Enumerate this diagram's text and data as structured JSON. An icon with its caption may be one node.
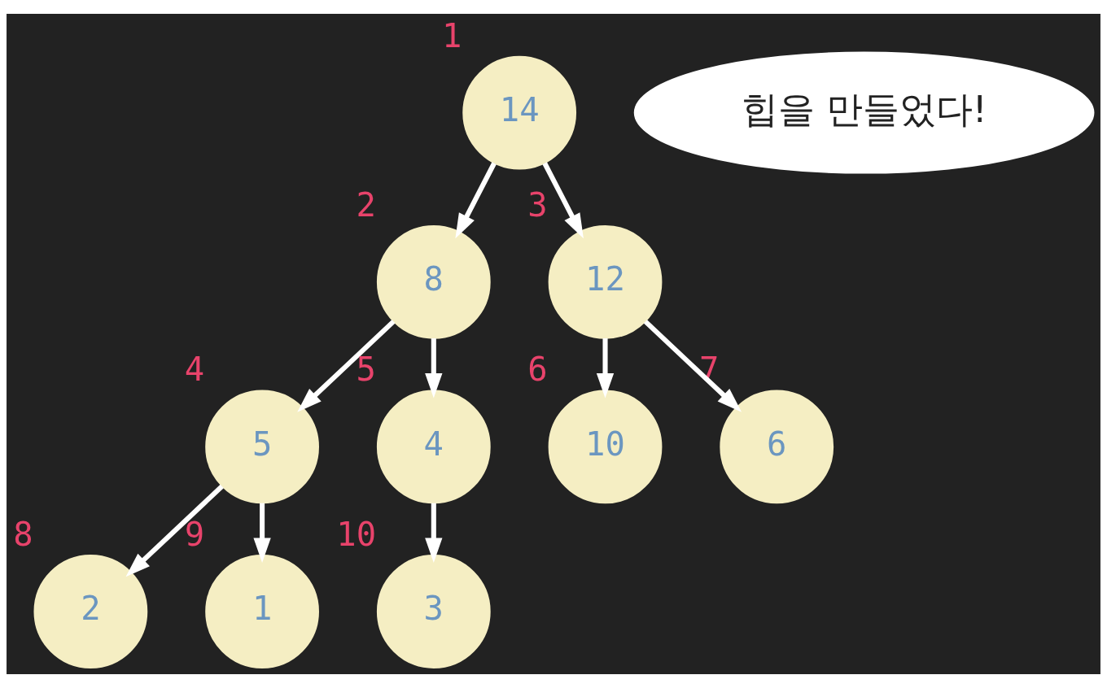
{
  "diagram": {
    "nodes": [
      {
        "text": [
          "14"
        ],
        "beside": [
          "1"
        ]
      },
      {
        "text": [
          "8"
        ],
        "beside": [
          "2"
        ]
      },
      {
        "text": [
          "12"
        ],
        "beside": [
          "3"
        ]
      },
      {
        "text": [
          "5"
        ],
        "beside": [
          "4"
        ]
      },
      {
        "text": [
          "4"
        ],
        "beside": [
          "5"
        ]
      },
      {
        "text": [
          "10"
        ],
        "beside": [
          "6"
        ]
      },
      {
        "text": [
          "6"
        ],
        "beside": [
          "7"
        ]
      },
      {
        "text": [
          "2"
        ],
        "beside": [
          "8"
        ]
      },
      {
        "text": [
          "1"
        ],
        "beside": [
          "9"
        ]
      },
      {
        "text": [
          "3"
        ],
        "beside": [
          "10"
        ]
      },
      {
        "text": [
          "힙을 만들었다!"
        ]
      }
    ],
    "edges": [
      {
        "from": 0,
        "to": 1,
        "arrow": "to"
      },
      {
        "from": 0,
        "to": 2,
        "arrow": "to"
      },
      {
        "from": 1,
        "to": 3,
        "arrow": "to"
      },
      {
        "from": 1,
        "to": 4,
        "arrow": "to"
      },
      {
        "from": 2,
        "to": 5,
        "arrow": "to"
      },
      {
        "from": 2,
        "to": 6,
        "arrow": "to"
      },
      {
        "from": 3,
        "to": 7,
        "arrow": "to"
      },
      {
        "from": 3,
        "to": 8,
        "arrow": "to"
      },
      {
        "from": 4,
        "to": 9,
        "arrow": "to"
      }
    ]
  }
}
